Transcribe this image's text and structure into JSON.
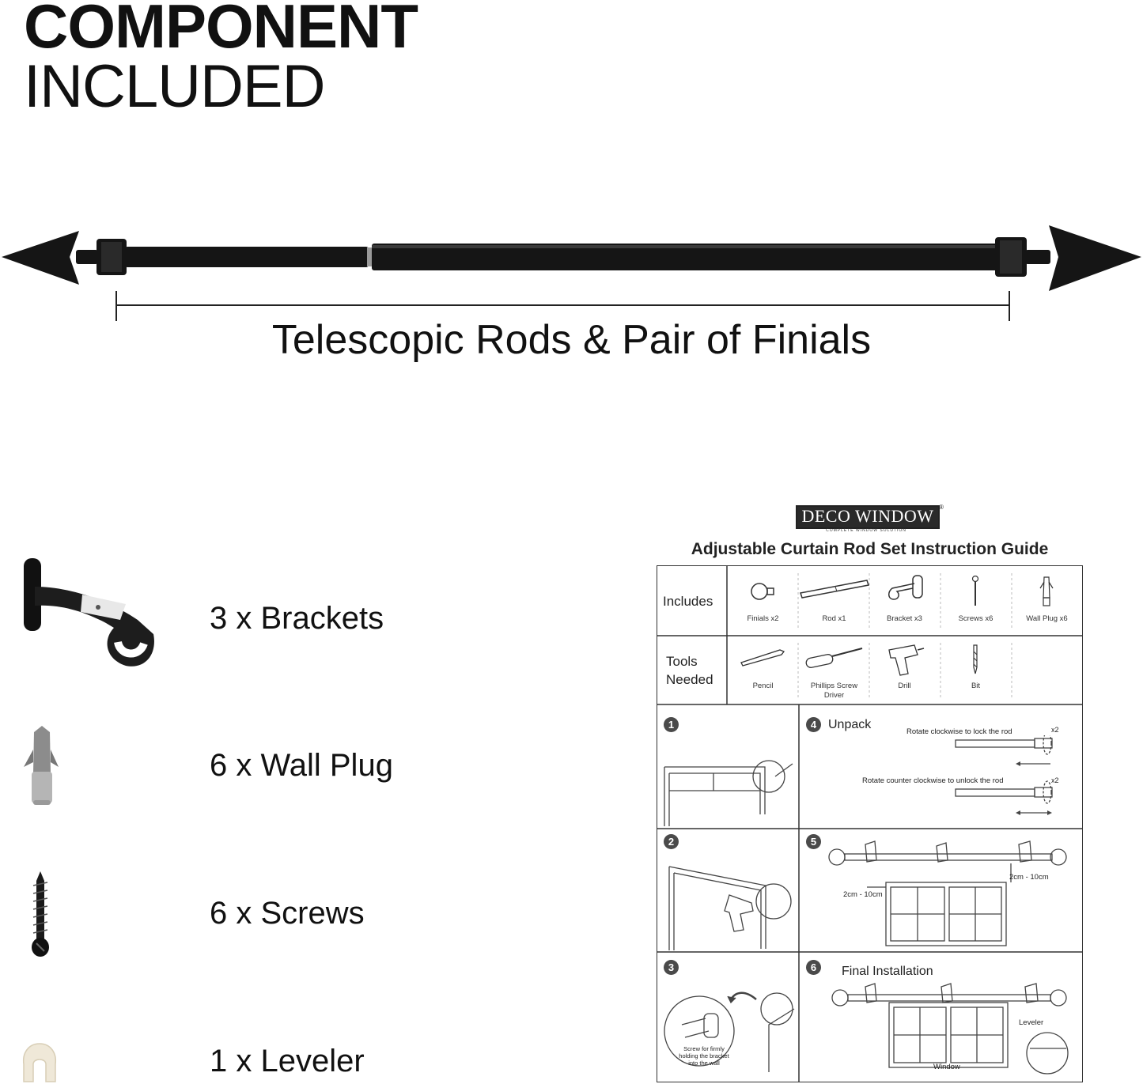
{
  "heading": {
    "line1": "COMPONENT",
    "line2": "INCLUDED"
  },
  "rod": {
    "caption": "Telescopic Rods & Pair of Finials"
  },
  "components": [
    {
      "label": "3 x Brackets",
      "icon": "bracket-icon"
    },
    {
      "label": "6 x Wall Plug",
      "icon": "wall-plug-icon"
    },
    {
      "label": "6 x Screws",
      "icon": "screw-icon"
    },
    {
      "label": "1 x Leveler",
      "icon": "leveler-icon"
    }
  ],
  "guide": {
    "brand": "DECO WINDOW",
    "brand_tagline": "COMPLETE WINDOW SOLUTION",
    "registered": "®",
    "title": "Adjustable Curtain Rod Set Instruction Guide",
    "includes_label": "Includes",
    "includes": [
      "Finials x2",
      "Rod x1",
      "Bracket x3",
      "Screws x6",
      "Wall Plug x6"
    ],
    "tools_label_1": "Tools",
    "tools_label_2": "Needed",
    "tools": [
      "Pencil",
      "Phillips Screw",
      "Driver",
      "Drill",
      "Bit"
    ],
    "steps": {
      "s1": "1",
      "s2": "2",
      "s3": "3",
      "s3_note_1": "Screw for firmly",
      "s3_note_2": "holding the bracket",
      "s3_note_3": "into the wall",
      "s4": "4",
      "s4_title": "Unpack",
      "s4_lock": "Rotate clockwise to lock the rod",
      "s4_unlock": "Rotate counter clockwise to unlock the rod",
      "s4_x2a": "x2",
      "s4_x2b": "x2",
      "s5": "5",
      "s5_gap_right": "2cm - 10cm",
      "s5_gap_left": "2cm - 10cm",
      "s6": "6",
      "s6_title": "Final Installation",
      "s6_leveler": "Leveler",
      "s6_window": "Window"
    }
  },
  "colors": {
    "metal": "#151515",
    "ink": "#111111",
    "line": "#333333"
  }
}
